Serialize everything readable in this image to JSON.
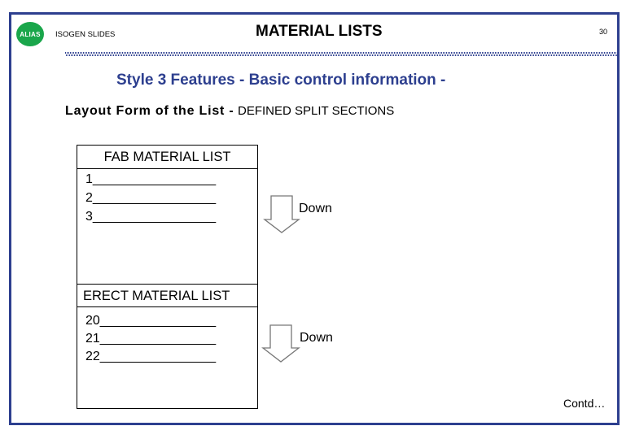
{
  "header": {
    "logo_text": "ALIAS",
    "left_label": "ISOGEN SLIDES",
    "title": "MATERIAL LISTS",
    "page_number": "30"
  },
  "slide": {
    "title": "Style 3 Features - Basic control information -",
    "layout_label": "Layout Form of the List -",
    "layout_value": "DEFINED SPLIT SECTIONS"
  },
  "fab_section": {
    "header": "FAB  MATERIAL  LIST",
    "rows": [
      "1_________________",
      "2_________________",
      "3_________________"
    ],
    "direction": "Down"
  },
  "erect_section": {
    "header": "ERECT  MATERIAL  LIST",
    "rows": [
      "20________________",
      "21________________",
      "22________________"
    ],
    "direction": "Down"
  },
  "footer": {
    "contd": "Contd…"
  },
  "colors": {
    "frame": "#2d3f8f",
    "title": "#2d3f8f",
    "logo": "#1aa64b"
  }
}
